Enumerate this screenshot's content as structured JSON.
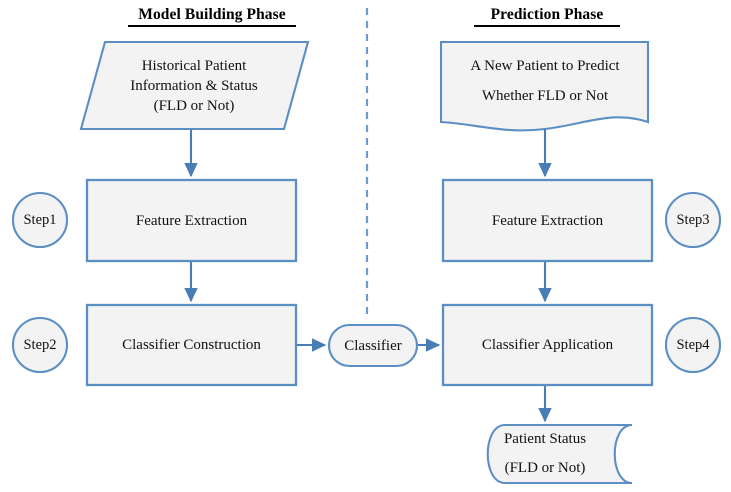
{
  "diagram": {
    "title_left": "Model Building Phase",
    "title_right": "Prediction Phase",
    "palette": {
      "stroke": "#5B8FC4",
      "fill": "#F3F3F3",
      "arrow": "#4A7DB5",
      "divider": "#6E9BD2",
      "text": "#111111",
      "title_text": "#000000",
      "background": "#FFFFFF"
    },
    "divider": {
      "orientation": "vertical",
      "style": "dashed"
    },
    "nodes": [
      {
        "id": "historical-data",
        "shape": "parallelogram",
        "lines": [
          "Historical Patient",
          "Information & Status",
          "(FLD or Not)"
        ]
      },
      {
        "id": "new-patient",
        "shape": "document",
        "lines": [
          "A New Patient to Predict",
          "Whether FLD or Not"
        ]
      },
      {
        "id": "feature-extraction-left",
        "shape": "rectangle",
        "lines": [
          "Feature Extraction"
        ]
      },
      {
        "id": "feature-extraction-right",
        "shape": "rectangle",
        "lines": [
          "Feature Extraction"
        ]
      },
      {
        "id": "classifier-construction",
        "shape": "rectangle",
        "lines": [
          "Classifier Construction"
        ]
      },
      {
        "id": "classifier-application",
        "shape": "rectangle",
        "lines": [
          "Classifier Application"
        ]
      },
      {
        "id": "classifier",
        "shape": "stadium",
        "lines": [
          "Classifier"
        ]
      },
      {
        "id": "patient-status",
        "shape": "stored-data",
        "lines": [
          "Patient Status",
          "(FLD or Not)"
        ]
      }
    ],
    "steps": [
      {
        "id": "step1",
        "label": "Step1"
      },
      {
        "id": "step2",
        "label": "Step2"
      },
      {
        "id": "step3",
        "label": "Step3"
      },
      {
        "id": "step4",
        "label": "Step4"
      }
    ],
    "edges": [
      {
        "from": "historical-data",
        "to": "feature-extraction-left",
        "direction": "down"
      },
      {
        "from": "feature-extraction-left",
        "to": "classifier-construction",
        "direction": "down"
      },
      {
        "from": "classifier-construction",
        "to": "classifier",
        "direction": "right"
      },
      {
        "from": "classifier",
        "to": "classifier-application",
        "direction": "right"
      },
      {
        "from": "new-patient",
        "to": "feature-extraction-right",
        "direction": "down"
      },
      {
        "from": "feature-extraction-right",
        "to": "classifier-application",
        "direction": "down"
      },
      {
        "from": "classifier-application",
        "to": "patient-status",
        "direction": "down"
      }
    ]
  }
}
